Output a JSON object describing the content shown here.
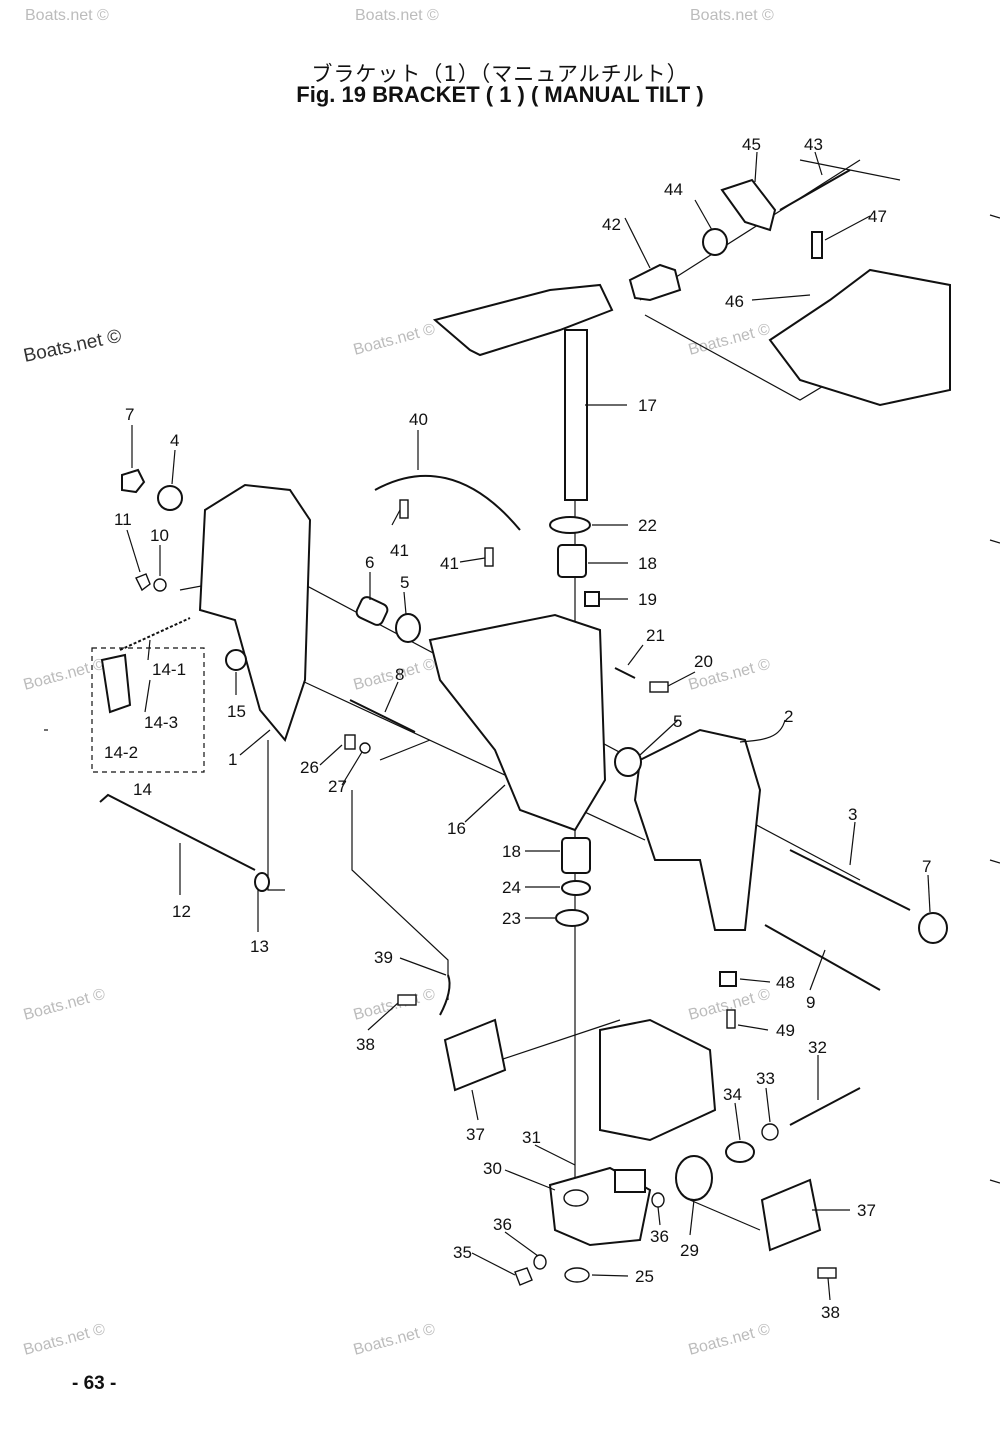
{
  "header": {
    "title_japanese": "ブラケット（1）（マニュアルチルト）",
    "title_english": "Fig. 19   BRACKET ( 1 ) ( MANUAL TILT )"
  },
  "watermark": {
    "main": "Boats.net ©",
    "faint": "Boats.net ©"
  },
  "diagram": {
    "labels": {
      "p1": "1",
      "p2": "2",
      "p3": "3",
      "p4": "4",
      "p5a": "5",
      "p5b": "5",
      "p6": "6",
      "p7a": "7",
      "p7b": "7",
      "p8": "8",
      "p9": "9",
      "p10": "10",
      "p11": "11",
      "p12": "12",
      "p13": "13",
      "p14": "14",
      "p14_1": "14-1",
      "p14_2": "14-2",
      "p14_3": "14-3",
      "p15": "15",
      "p16": "16",
      "p17": "17",
      "p18a": "18",
      "p18b": "18",
      "p19": "19",
      "p20": "20",
      "p21": "21",
      "p22": "22",
      "p23": "23",
      "p24": "24",
      "p25": "25",
      "p26": "26",
      "p27": "27",
      "p29": "29",
      "p30": "30",
      "p31": "31",
      "p32": "32",
      "p33": "33",
      "p34": "34",
      "p35": "35",
      "p36a": "36",
      "p36b": "36",
      "p37a": "37",
      "p37b": "37",
      "p38a": "38",
      "p38b": "38",
      "p39": "39",
      "p40": "40",
      "p41a": "41",
      "p41b": "41",
      "p42": "42",
      "p43": "43",
      "p44": "44",
      "p45": "45",
      "p46": "46",
      "p47": "47",
      "p48": "48",
      "p49": "49"
    }
  },
  "footer": {
    "page_number": "- 63 -"
  }
}
